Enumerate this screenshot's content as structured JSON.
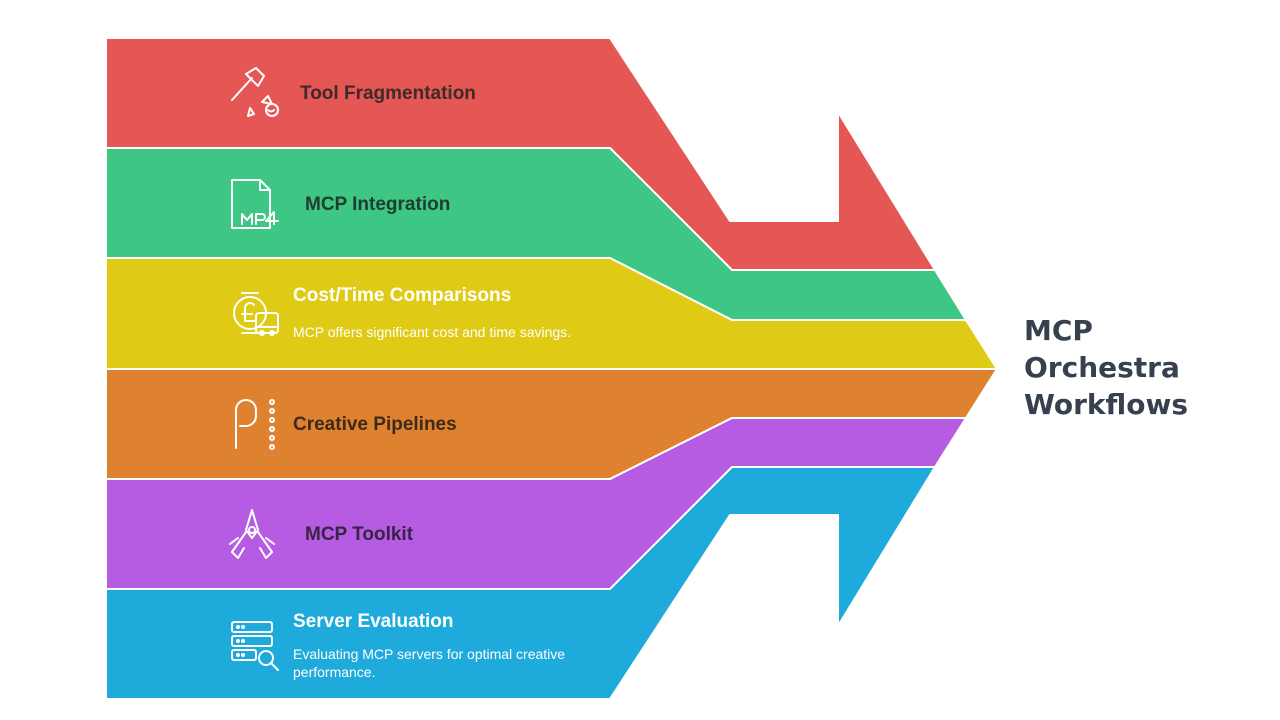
{
  "bands": [
    {
      "title": "Tool Fragmentation",
      "description": "",
      "icon": "axe-chopping-icon",
      "color": "#e55754",
      "text_color": "#3f2a2a"
    },
    {
      "title": "MCP Integration",
      "description": "",
      "icon": "mp4-file-icon",
      "color": "#3ec784",
      "text_color": "#1f3d2e"
    },
    {
      "title": "Cost/Time Comparisons",
      "description": "MCP offers significant cost and time savings.",
      "icon": "pound-clock-money-icon",
      "color": "#dfcb15",
      "text_color": "#ffffff"
    },
    {
      "title": "Creative Pipelines",
      "description": "",
      "icon": "pipeline-p-icon",
      "color": "#de8230",
      "text_color": "#3f2a1a"
    },
    {
      "title": "MCP Toolkit",
      "description": "",
      "icon": "multitool-icon",
      "color": "#b55ce3",
      "text_color": "#3a2346"
    },
    {
      "title": "Server Evaluation",
      "description": [
        "Evaluating MCP servers for optimal creative",
        "performance."
      ],
      "icon": "server-search-icon",
      "color": "#1eabdb",
      "text_color": "#ffffff"
    }
  ],
  "destination": {
    "lines": [
      "MCP",
      "Orchestra",
      "Workflows"
    ],
    "color": "#36404f"
  }
}
